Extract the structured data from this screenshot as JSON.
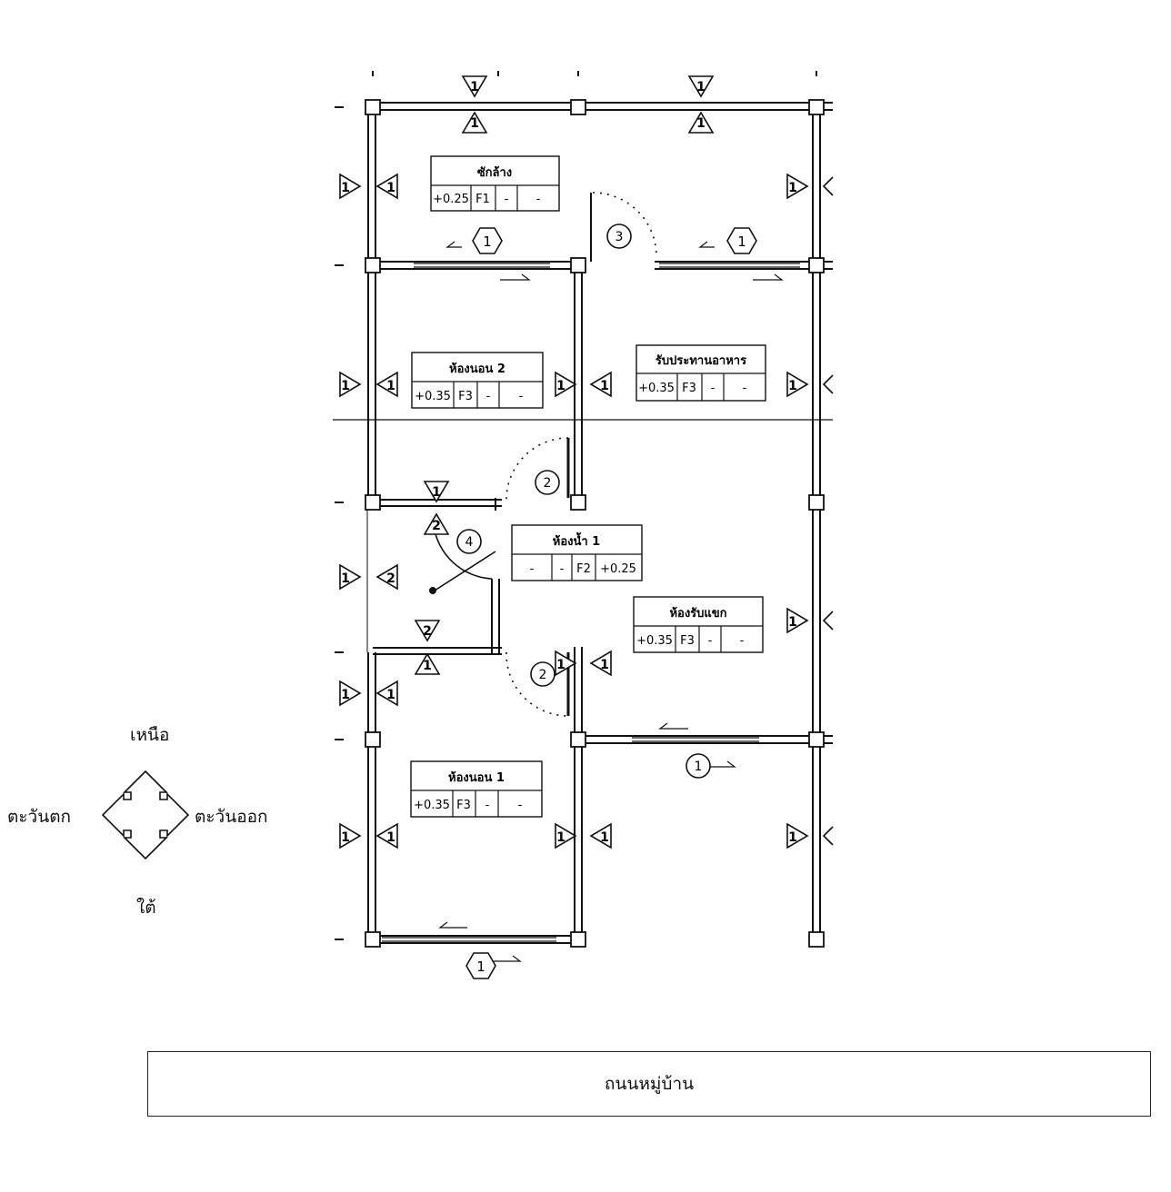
{
  "rooms": {
    "laundry": {
      "name": "ซักล้าง",
      "cells": [
        "+0.25",
        "F1",
        "-",
        "-"
      ]
    },
    "bedroom2": {
      "name": "ห้องนอน 2",
      "cells": [
        "+0.35",
        "F3",
        "-",
        "-"
      ]
    },
    "dining": {
      "name": "รับประทานอาหาร",
      "cells": [
        "+0.35",
        "F3",
        "-",
        "-"
      ]
    },
    "bathroom1": {
      "name": "ห้องน้ำ 1",
      "cells": [
        "-",
        "-",
        "F2",
        "+0.25"
      ]
    },
    "living": {
      "name": "ห้องรับแขก",
      "cells": [
        "+0.35",
        "F3",
        "-",
        "-"
      ]
    },
    "bedroom1": {
      "name": "ห้องนอน 1",
      "cells": [
        "+0.35",
        "F3",
        "-",
        "-"
      ]
    }
  },
  "markers": {
    "elev_1": "1",
    "elev_2": "2",
    "win_1": "1",
    "door_2": "2",
    "door_3": "3",
    "door_4": "4"
  },
  "compass": {
    "north": "เหนือ",
    "south": "ใต้",
    "east": "ตะวันออก",
    "west": "ตะวันตก"
  },
  "road": {
    "label": "ถนนหมู่บ้าน"
  }
}
